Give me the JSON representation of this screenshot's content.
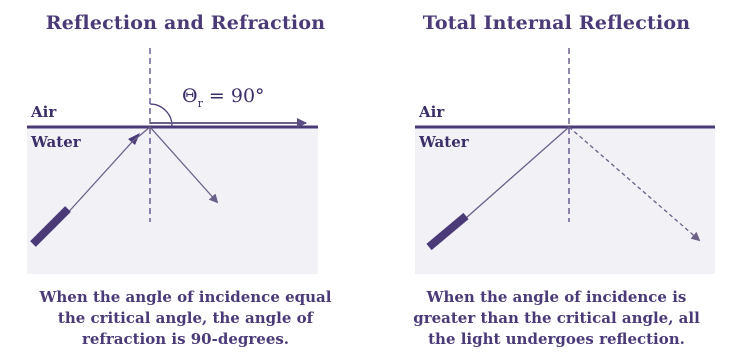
{
  "left_panel": {
    "title": "Reflection and Refraction",
    "air_label": "Air",
    "water_label": "Water",
    "angle_label_symbol": "Θ",
    "angle_label_subscript": "r",
    "angle_label_value": "= 90°",
    "caption_lines": [
      "When the angle of incidence equal",
      "the critical angle, the angle of",
      "refraction is 90-degrees."
    ]
  },
  "right_panel": {
    "title": "Total Internal Reflection",
    "air_label": "Air",
    "water_label": "Water",
    "caption_lines": [
      "When the angle of incidence is",
      "greater than the critical angle, all",
      "the light undergoes reflection."
    ]
  },
  "colors": {
    "ink": "#4b3a78",
    "water": "#f2f1f6",
    "ray": "#6a6088",
    "flashlight": "#4b3a78"
  }
}
